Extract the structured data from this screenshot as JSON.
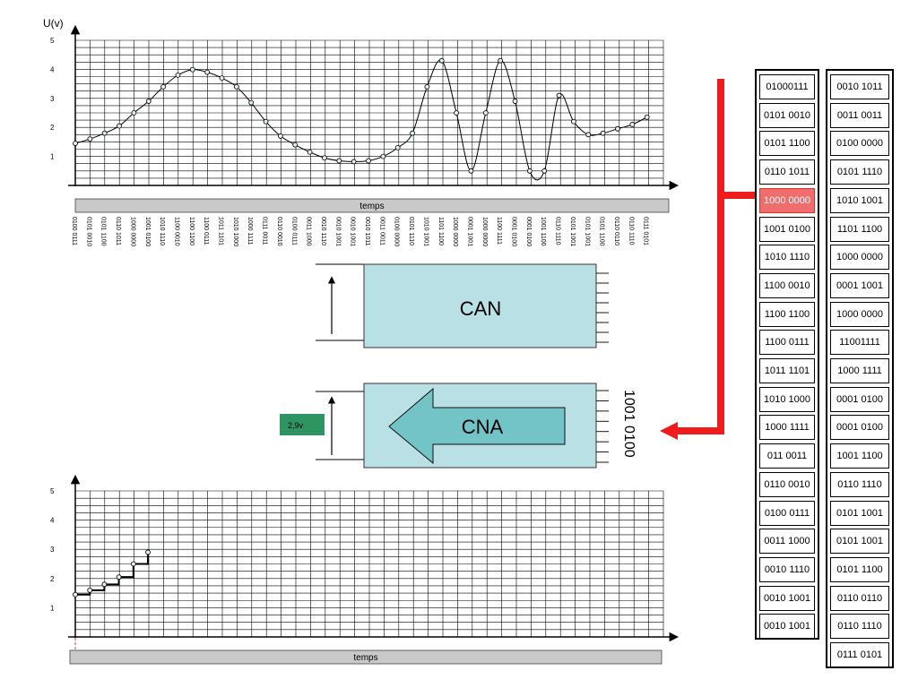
{
  "top_chart": {
    "y_axis_title": "U(v)",
    "y_ticks": [
      "1",
      "2",
      "3",
      "4",
      "5"
    ],
    "time_label": "temps",
    "x_codes": [
      "0100 0111",
      "0101 0010",
      "0101 1100",
      "0110 1011",
      "1000 0000",
      "1001 0100",
      "1010 1110",
      "1100 0010",
      "1100 1100",
      "1100 0111",
      "1011 1101",
      "1010 1000",
      "1000 1111",
      "0111 0011",
      "0110 0010",
      "0100 0111",
      "0011 1000",
      "0010 1110",
      "0010 1001",
      "0010 1001",
      "0010 1011",
      "0011 0011",
      "0100 0000",
      "0101 1110",
      "1010 1001",
      "1101 1100",
      "1000 0000",
      "0001 1001",
      "1000 0000",
      "1100 1111",
      "0001 0100",
      "0001 0100",
      "1001 1100",
      "0110 1110",
      "0101 1001",
      "0101 1001",
      "0101 1100",
      "0110 0110",
      "0110 1110",
      "0111 0101"
    ]
  },
  "chart_data": [
    {
      "type": "line",
      "title": "",
      "ylabel": "U(v)",
      "xlabel": "temps",
      "ylim": [
        0,
        5
      ],
      "grid": true,
      "x": [
        "0100 0111",
        "0101 0010",
        "0101 1100",
        "0110 1011",
        "1000 0000",
        "1001 0100",
        "1010 1110",
        "1100 0010",
        "1100 1100",
        "1100 0111",
        "1011 1101",
        "1010 1000",
        "1000 1111",
        "0111 0011",
        "0110 0010",
        "0100 0111",
        "0011 1000",
        "0010 1110",
        "0010 1001",
        "0010 1001",
        "0010 1011",
        "0011 0011",
        "0100 0000",
        "0101 1110",
        "1010 1001",
        "1101 1100",
        "1000 0000",
        "0001 1001",
        "1000 0000",
        "1100 1111",
        "0001 0100",
        "0001 0100",
        "1001 1100",
        "0110 1110",
        "0101 1001",
        "0101 1001",
        "0101 1100",
        "0110 0110",
        "0110 1110",
        "0111 0101"
      ],
      "values": [
        1.45,
        1.6,
        1.8,
        2.05,
        2.5,
        2.9,
        3.4,
        3.8,
        3.99,
        3.9,
        3.7,
        3.4,
        2.85,
        2.2,
        1.7,
        1.4,
        1.15,
        0.95,
        0.85,
        0.82,
        0.85,
        1.0,
        1.3,
        1.8,
        3.4,
        4.3,
        2.5,
        0.5,
        2.5,
        4.3,
        2.9,
        0.5,
        0.5,
        3.1,
        2.2,
        1.75,
        1.8,
        1.95,
        2.1,
        2.35
      ]
    },
    {
      "type": "line",
      "title": "",
      "xlabel": "temps",
      "ylim": [
        0,
        5
      ],
      "grid": true,
      "step": true,
      "values": [
        1.45,
        1.6,
        1.8,
        2.05,
        2.5,
        2.9
      ]
    }
  ],
  "can_block": {
    "label": "CAN"
  },
  "cna_block": {
    "label": "CNA",
    "input_code": "1001 0100",
    "output_value": "2,9v"
  },
  "code_column_left": [
    "01000111",
    "0101 0010",
    "0101 1100",
    "0110 1011",
    "1000 0000",
    "1001 0100",
    "1010 1110",
    "1100 0010",
    "1100 1100",
    "1100 0111",
    "1011 1101",
    "1010 1000",
    "1000 1111",
    "011 0011",
    "0110 0010",
    "0100 0111",
    "0011 1000",
    "0010 1110",
    "0010 1001",
    "0010 1001"
  ],
  "code_column_right": [
    "0010 1011",
    "0011 0011",
    "0100 0000",
    "0101 1110",
    "1010 1001",
    "1101 1100",
    "1000 0000",
    "0001 1001",
    "1000 0000",
    "11001111",
    "1000 1111",
    "0001 0100",
    "0001 0100",
    "1001 1100",
    "0110 1110",
    "0101 1001",
    "0101 1001",
    "0101 1100",
    "0110 0110",
    "0110 1110",
    "0111 0101"
  ],
  "highlight_index": 4,
  "colors": {
    "block_fill": "#b9e0e4",
    "arrow_fill": "#72c4c6",
    "pointer_red": "#ee1c1c",
    "highlight": "#ef6d6d",
    "value_badge": "#2e9462"
  }
}
